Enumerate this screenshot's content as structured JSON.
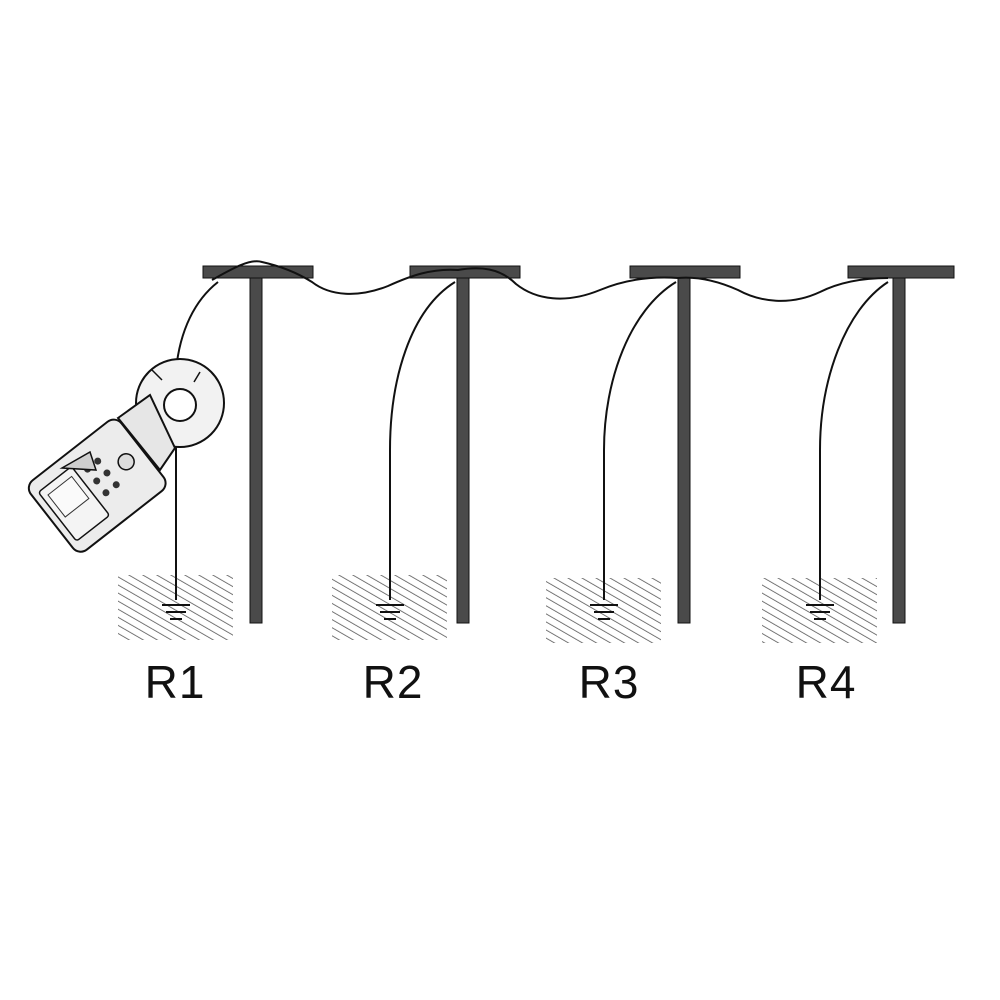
{
  "diagram": {
    "labels": [
      "R1",
      "R2",
      "R3",
      "R4"
    ],
    "colors": {
      "line": "#111111",
      "pole": "#4a4a4a",
      "hatch": "#555555",
      "meter_body": "#ececec",
      "meter_screen": "#f4f4f4"
    },
    "icons": [
      "clamp-meter-icon",
      "ground-symbol-icon"
    ]
  }
}
